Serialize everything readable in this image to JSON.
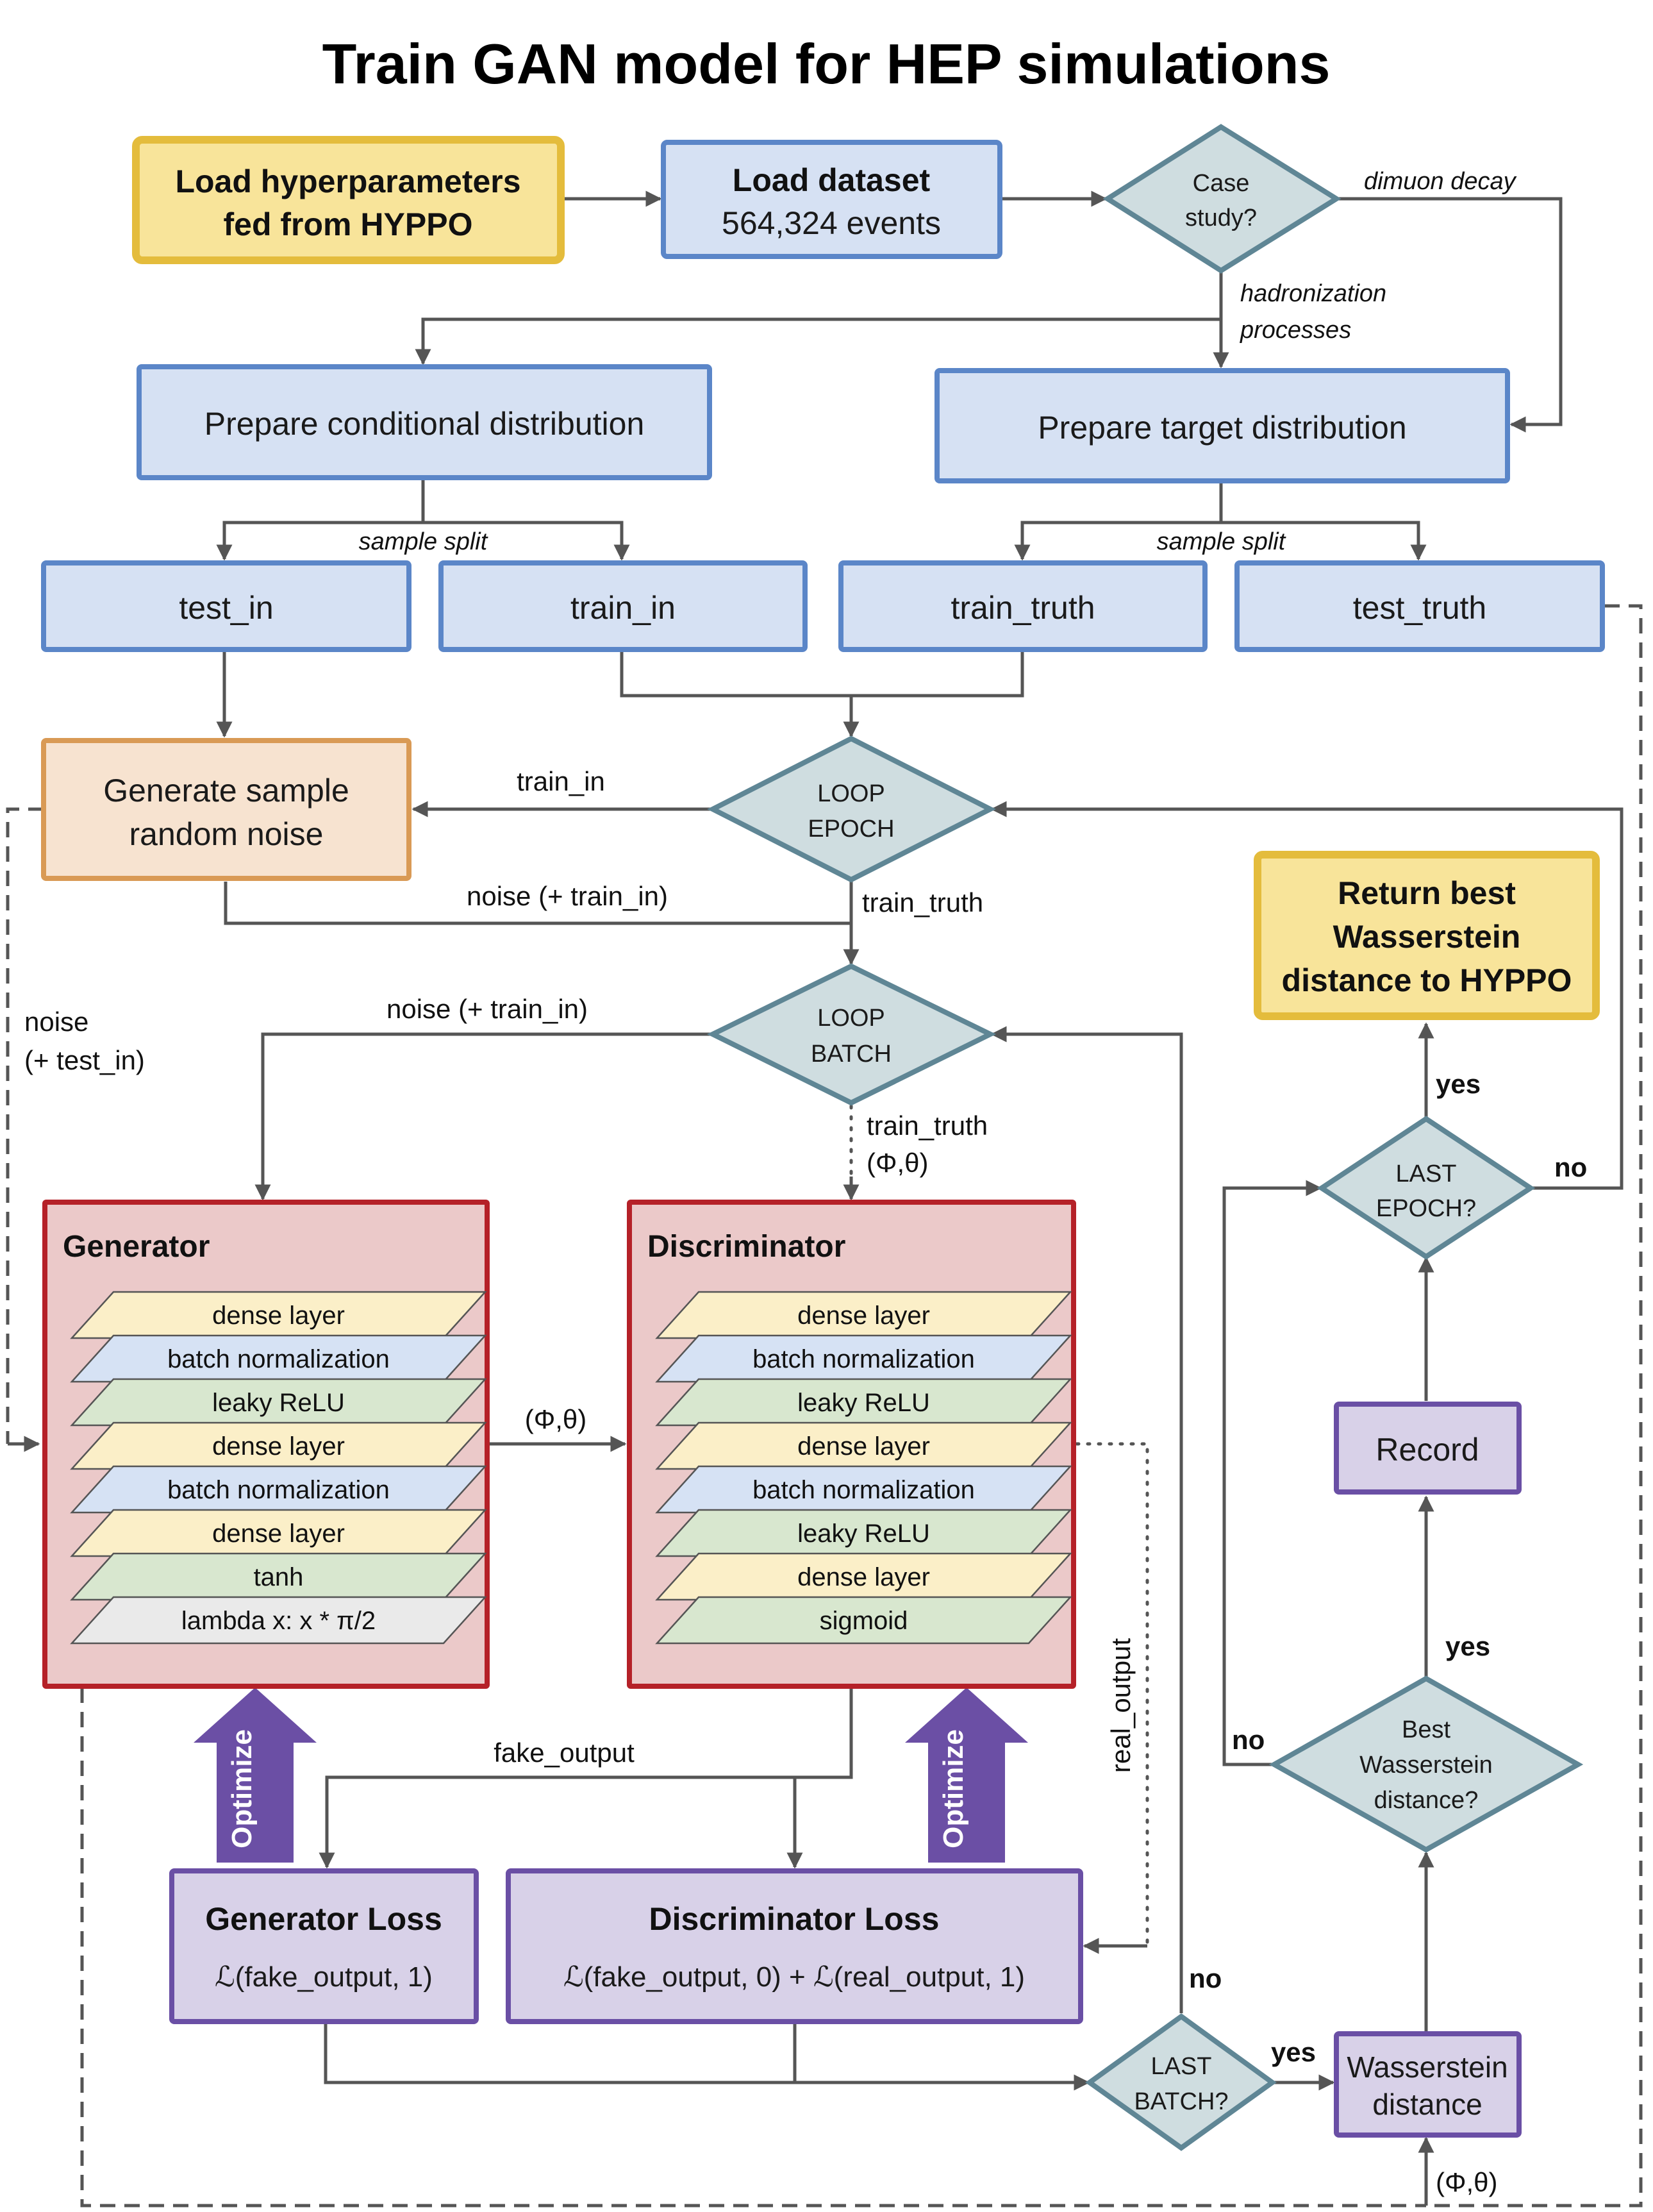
{
  "title": "Train GAN model for HEP simulations",
  "nodes": {
    "load_hyper": [
      "Load hyperparameters",
      "fed from HYPPO"
    ],
    "load_dataset": [
      "Load dataset",
      "564,324 events"
    ],
    "case_study": [
      "Case",
      "study?"
    ],
    "prep_cond": "Prepare conditional distribution",
    "prep_target": "Prepare target distribution",
    "test_in": "test_in",
    "train_in": "train_in",
    "train_truth": "train_truth",
    "test_truth": "test_truth",
    "gen_noise": [
      "Generate sample",
      "random noise"
    ],
    "loop_epoch": [
      "LOOP",
      "EPOCH"
    ],
    "loop_batch": [
      "LOOP",
      "BATCH"
    ],
    "return_best": [
      "Return best",
      "Wasserstein",
      "distance to HYPPO"
    ],
    "last_epoch": [
      "LAST",
      "EPOCH?"
    ],
    "record": "Record",
    "best_wass": [
      "Best",
      "Wasserstein",
      "distance?"
    ],
    "wass_dist": [
      "Wasserstein",
      "distance"
    ],
    "last_batch": [
      "LAST",
      "BATCH?"
    ],
    "gen_loss": {
      "title": "Generator Loss",
      "formula": "ℒ(fake_output, 1)"
    },
    "disc_loss": {
      "title": "Discriminator Loss",
      "formula": "ℒ(fake_output, 0) + ℒ(real_output, 1)"
    }
  },
  "generator": {
    "title": "Generator",
    "layers": [
      {
        "label": "dense layer",
        "color": "#fbefc8"
      },
      {
        "label": "batch normalization",
        "color": "#d6e2f4"
      },
      {
        "label": "leaky ReLU",
        "color": "#d8e7cf"
      },
      {
        "label": "dense layer",
        "color": "#fbefc8"
      },
      {
        "label": "batch normalization",
        "color": "#d6e2f4"
      },
      {
        "label": "dense layer",
        "color": "#fbefc8"
      },
      {
        "label": "tanh",
        "color": "#d8e7cf"
      },
      {
        "label": "lambda x: x * π/2",
        "color": "#eaeaea"
      }
    ]
  },
  "discriminator": {
    "title": "Discriminator",
    "layers": [
      {
        "label": "dense layer",
        "color": "#fbefc8"
      },
      {
        "label": "batch normalization",
        "color": "#d6e2f4"
      },
      {
        "label": "leaky ReLU",
        "color": "#d8e7cf"
      },
      {
        "label": "dense layer",
        "color": "#fbefc8"
      },
      {
        "label": "batch normalization",
        "color": "#d6e2f4"
      },
      {
        "label": "leaky ReLU",
        "color": "#d8e7cf"
      },
      {
        "label": "dense layer",
        "color": "#fbefc8"
      },
      {
        "label": "sigmoid",
        "color": "#d8e7cf"
      }
    ]
  },
  "optimize_label": "Optimize",
  "edge_labels": {
    "dimuon": "dimuon decay",
    "hadronization": [
      "hadronization",
      "processes"
    ],
    "sample_split": "sample split",
    "train_in": "train_in",
    "noise_train_in": "noise (+ train_in)",
    "train_truth": "train_truth",
    "noise_test_in": [
      "noise",
      "(+ test_in)"
    ],
    "phi_theta": "(Φ,θ)",
    "fake_output": "fake_output",
    "real_output": "real_output",
    "yes": "yes",
    "no": "no"
  },
  "colors": {
    "blue_box": "#d6e1f3",
    "yellow_box": "#f8e49a",
    "orange_box": "#f7e3d0",
    "diamond": "#cfdde0",
    "network_box": "#ebc9c9",
    "loss_box": "#d8d1e8",
    "optimize_arrow": "#6b4fa5"
  }
}
